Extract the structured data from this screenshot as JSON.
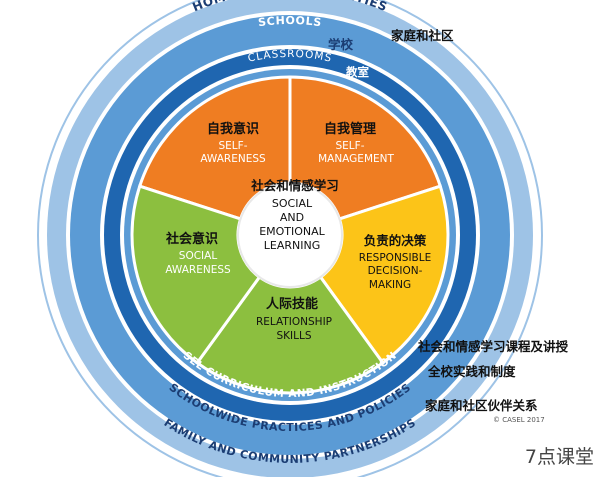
{
  "rings": {
    "homes": "HOMES AND COMMUNITIES",
    "schools": "SCHOOLS",
    "classrooms": "CLASSROOMS",
    "sel_curriculum": "SEL CURRICULUM AND INSTRUCTION",
    "schoolwide": "SCHOOLWIDE PRACTICES AND POLICIES",
    "family": "FAMILY AND COMMUNITY PARTNERSHIPS"
  },
  "ring_labels_zh": {
    "homes": "家庭和社区",
    "schools": "学校",
    "classrooms": "教室",
    "sel_curriculum": "社会和情感学习课程及讲授",
    "schoolwide": "全校实践和制度",
    "family": "家庭和社区伙伴关系"
  },
  "center": {
    "zh": "社会和情感学习",
    "line1": "SOCIAL",
    "line2": "AND",
    "line3": "EMOTIONAL",
    "line4": "LEARNING"
  },
  "segments": {
    "self_awareness": {
      "zh": "自我意识",
      "en1": "SELF-",
      "en2": "AWARENESS"
    },
    "self_management": {
      "zh": "自我管理",
      "en1": "SELF-",
      "en2": "MANAGEMENT"
    },
    "decision": {
      "zh": "负责的决策",
      "en1": "RESPONSIBLE",
      "en2": "DECISION-",
      "en3": "MAKING"
    },
    "relationship": {
      "zh": "人际技能",
      "en1": "RELATIONSHIP",
      "en2": "SKILLS"
    },
    "social_awareness": {
      "zh": "社会意识",
      "en1": "SOCIAL",
      "en2": "AWARENESS"
    }
  },
  "copyright": "© CASEL 2017",
  "watermark": "7点课堂",
  "colors": {
    "outer_ring": "#9ec3e6",
    "mid_ring": "#5b9bd5",
    "inner_ring": "#1f66b0",
    "orange": "#ef7d22",
    "yellow": "#fcc418",
    "green": "#8cbf3f"
  }
}
